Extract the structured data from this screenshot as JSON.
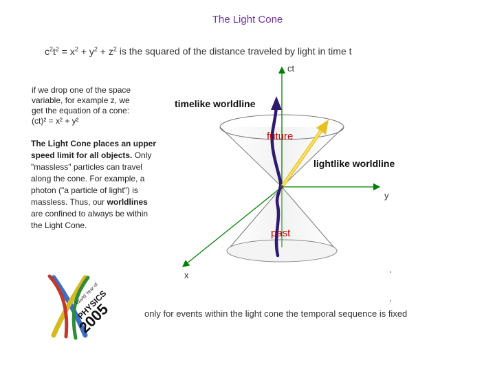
{
  "title": "The Light Cone",
  "equation": {
    "lhs": "c2t2 = x2 + y2 + z2",
    "text": " is the squared of the distance traveled by light in time t"
  },
  "note1": {
    "line1": "if we drop one of the space",
    "line2": "variable, for example z, we",
    "line3": "get the equation of a cone:",
    "line4": "(ct)² = x² + y²"
  },
  "note2": {
    "bold1": "The Light Cone places an upper speed limit for all objects.",
    "text1": " Only \"massless\" particles can travel along the cone. For example, a photon (\"a particle of light\") is massless. Thus, our ",
    "bold2": "worldlines",
    "text2": " are confined to always be within the Light Cone."
  },
  "diagram": {
    "axis_ct": "ct",
    "axis_y": "y",
    "axis_x": "x",
    "timelike": "timelike worldline",
    "lightlike": "lightlike worldline",
    "future": "future",
    "past": "past"
  },
  "logo": {
    "line1": "World Year of",
    "line2": "PHYSICS",
    "line3": "2005"
  },
  "caption": "only for events within the light cone the temporal sequence is fixed",
  "colors": {
    "title": "#7030a0",
    "axis": "#008000",
    "timelike": "#2e1a6e",
    "lightlike": "#f0d040",
    "future_past": "#c00000"
  }
}
